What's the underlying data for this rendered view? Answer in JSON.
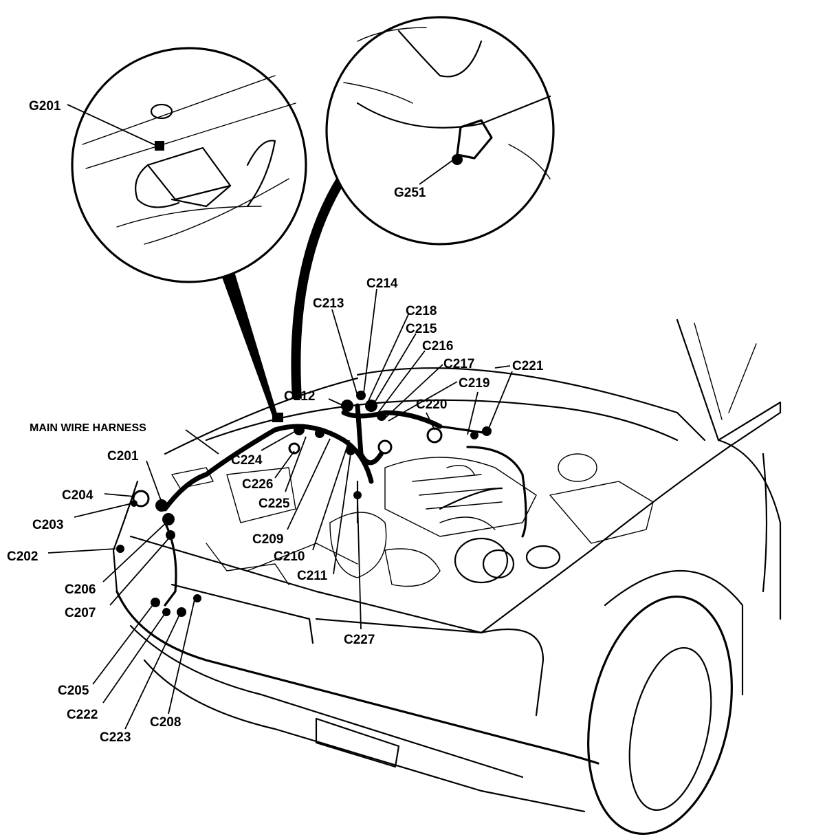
{
  "harness_label": "MAIN WIRE HARNESS",
  "grounds": {
    "g201": "G201",
    "g251": "G251"
  },
  "connectors": {
    "c201": "C201",
    "c202": "C202",
    "c203": "C203",
    "c204": "C204",
    "c205": "C205",
    "c206": "C206",
    "c207": "C207",
    "c208": "C208",
    "c209": "C209",
    "c210": "C210",
    "c211": "C211",
    "c212": "C212",
    "c213": "C213",
    "c214": "C214",
    "c215": "C215",
    "c216": "C216",
    "c217": "C217",
    "c218": "C218",
    "c219": "C219",
    "c220": "C220",
    "c221": "C221",
    "c222": "C222",
    "c223": "C223",
    "c224": "C224",
    "c225": "C225",
    "c226": "C226",
    "c227": "C227"
  }
}
